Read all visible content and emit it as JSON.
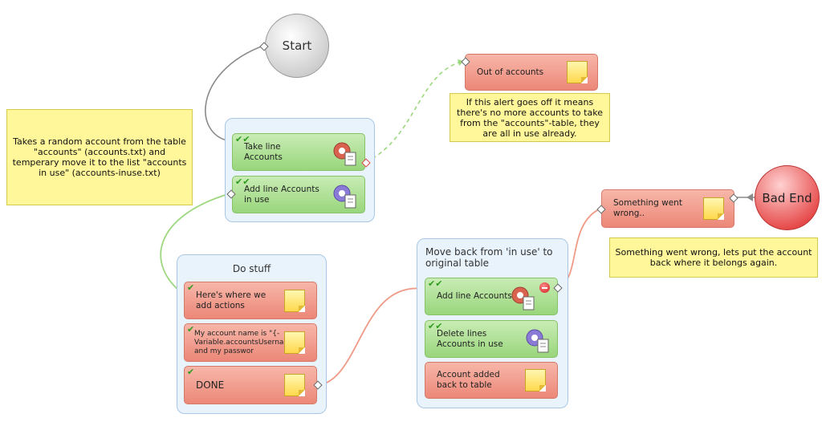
{
  "nodes": {
    "start": "Start",
    "bad_end": "Bad End"
  },
  "groups": {
    "group1": {
      "actions": {
        "take_line": "Take line Accounts",
        "add_line_inuse": "Add line Accounts in use"
      }
    },
    "do_stuff": {
      "title": "Do stuff",
      "actions": {
        "heres_where": "Here's where we add actions",
        "my_account": "My account name is \"{-Variable.accountsUsername-}\" and my passwor",
        "done": "DONE"
      }
    },
    "move_back": {
      "title": "Move back from 'in use' to original table",
      "actions": {
        "add_line_accounts": "Add line Accounts",
        "delete_lines": "Delete lines Accounts in use",
        "account_added_back": "Account added back to table"
      }
    }
  },
  "standalone": {
    "out_of_accounts": "Out of accounts",
    "something_wrong": "Something went wrong.."
  },
  "comments": {
    "takes_random": "Takes a random account from the table \"accounts\" (accounts.txt) and temperary move it to the list \"accounts in use\" (accounts-inuse.txt)",
    "alert_note": "If this alert goes off it means there's no more accounts to take from the \"accounts\"-table, they are all in use already.",
    "put_back": "Something went wrong, lets put the account back where it belongs again."
  },
  "colors": {
    "success_action": "#99d67c",
    "alert_action": "#ec8778",
    "group_bg": "#e9f3fc",
    "comment_bg": "#fff79a",
    "connector_success": "#9dd87f",
    "connector_fail": "#f09a88",
    "connector_default": "#8a8a8a"
  },
  "icons": {
    "check": "check-icon",
    "gear": "gear-document-icon",
    "note": "sticky-note-icon",
    "stop": "stop-icon"
  }
}
